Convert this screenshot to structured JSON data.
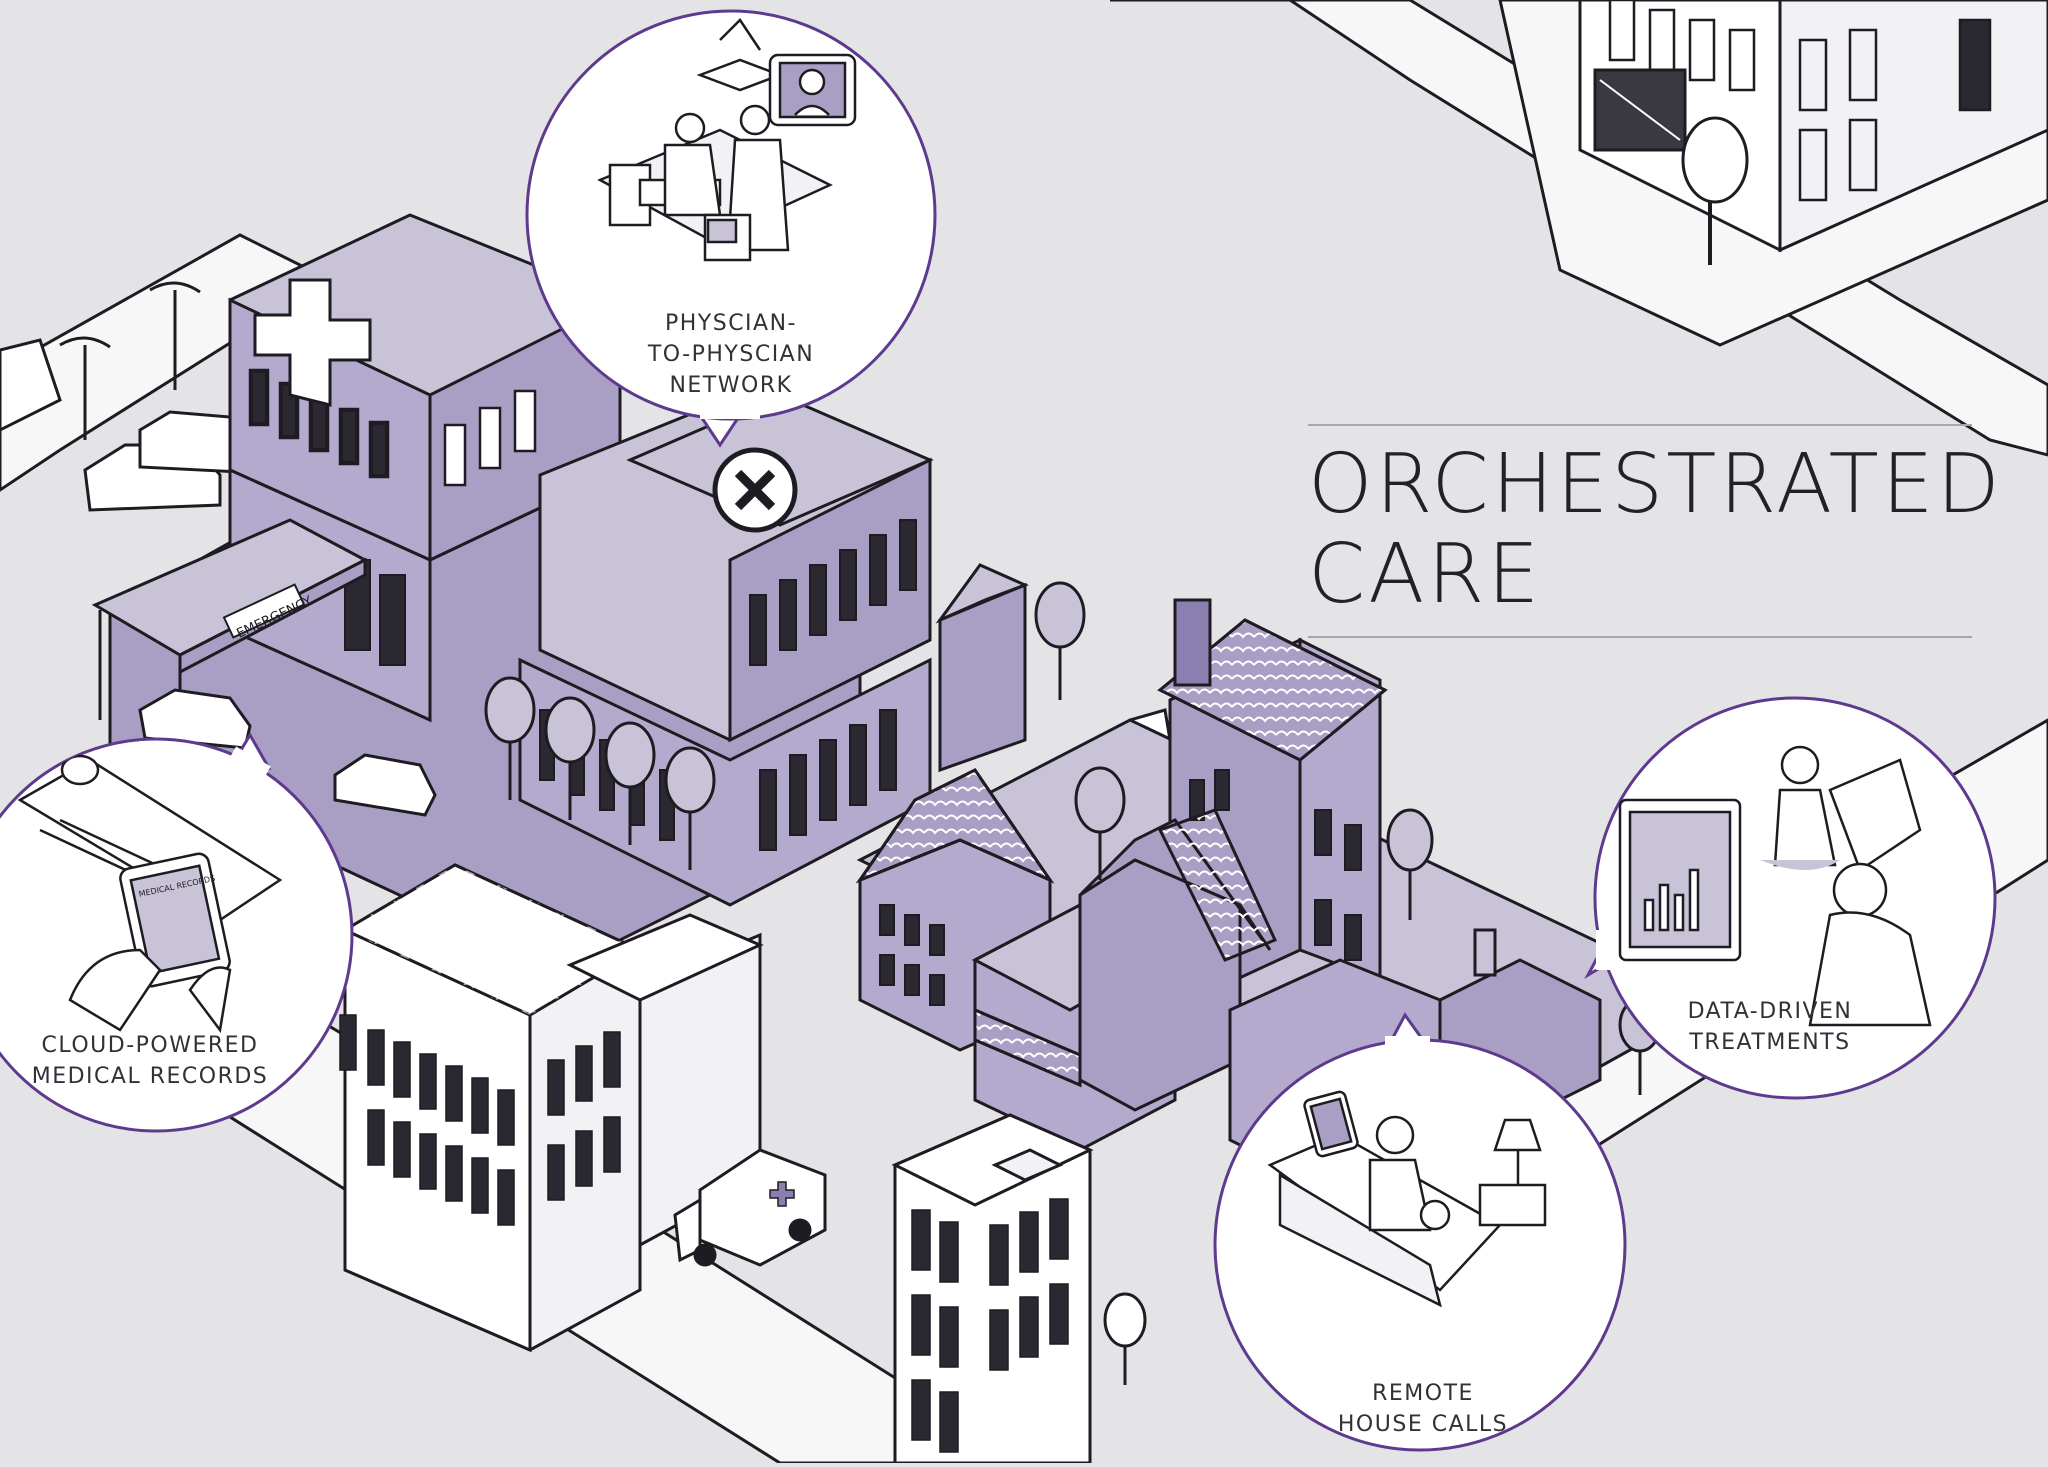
{
  "title": {
    "line1": "ORCHESTRATED",
    "line2": "CARE"
  },
  "callouts": [
    {
      "id": "physician-network",
      "lines": [
        "PHYSCIAN-",
        "TO-PHYSCIAN",
        "NETWORK"
      ]
    },
    {
      "id": "cloud-records",
      "lines": [
        "CLOUD-POWERED",
        "MEDICAL RECORDS"
      ]
    },
    {
      "id": "data-treatments",
      "lines": [
        "DATA-DRIVEN",
        "TREATMENTS"
      ]
    },
    {
      "id": "remote-house-calls",
      "lines": [
        "REMOTE",
        "HOUSE CALLS"
      ]
    }
  ],
  "signs": {
    "emergency": "EMERGENCY",
    "medical_records": "MEDICAL RECORDS"
  },
  "colors": {
    "background": "#e4e3e6",
    "road": "#f7f7f8",
    "purple_light": "#c9c3d8",
    "purple_mid": "#a99fc4",
    "purple_dark": "#8a7fae",
    "accent": "#5e3a8f",
    "ink": "#1e1c22"
  },
  "icons": [
    "hospital-cross-icon",
    "helipad-icon",
    "tablet-icon",
    "monitor-icon",
    "ambulance-icon",
    "tree-icon",
    "street-lamp-icon",
    "lamp-icon"
  ]
}
